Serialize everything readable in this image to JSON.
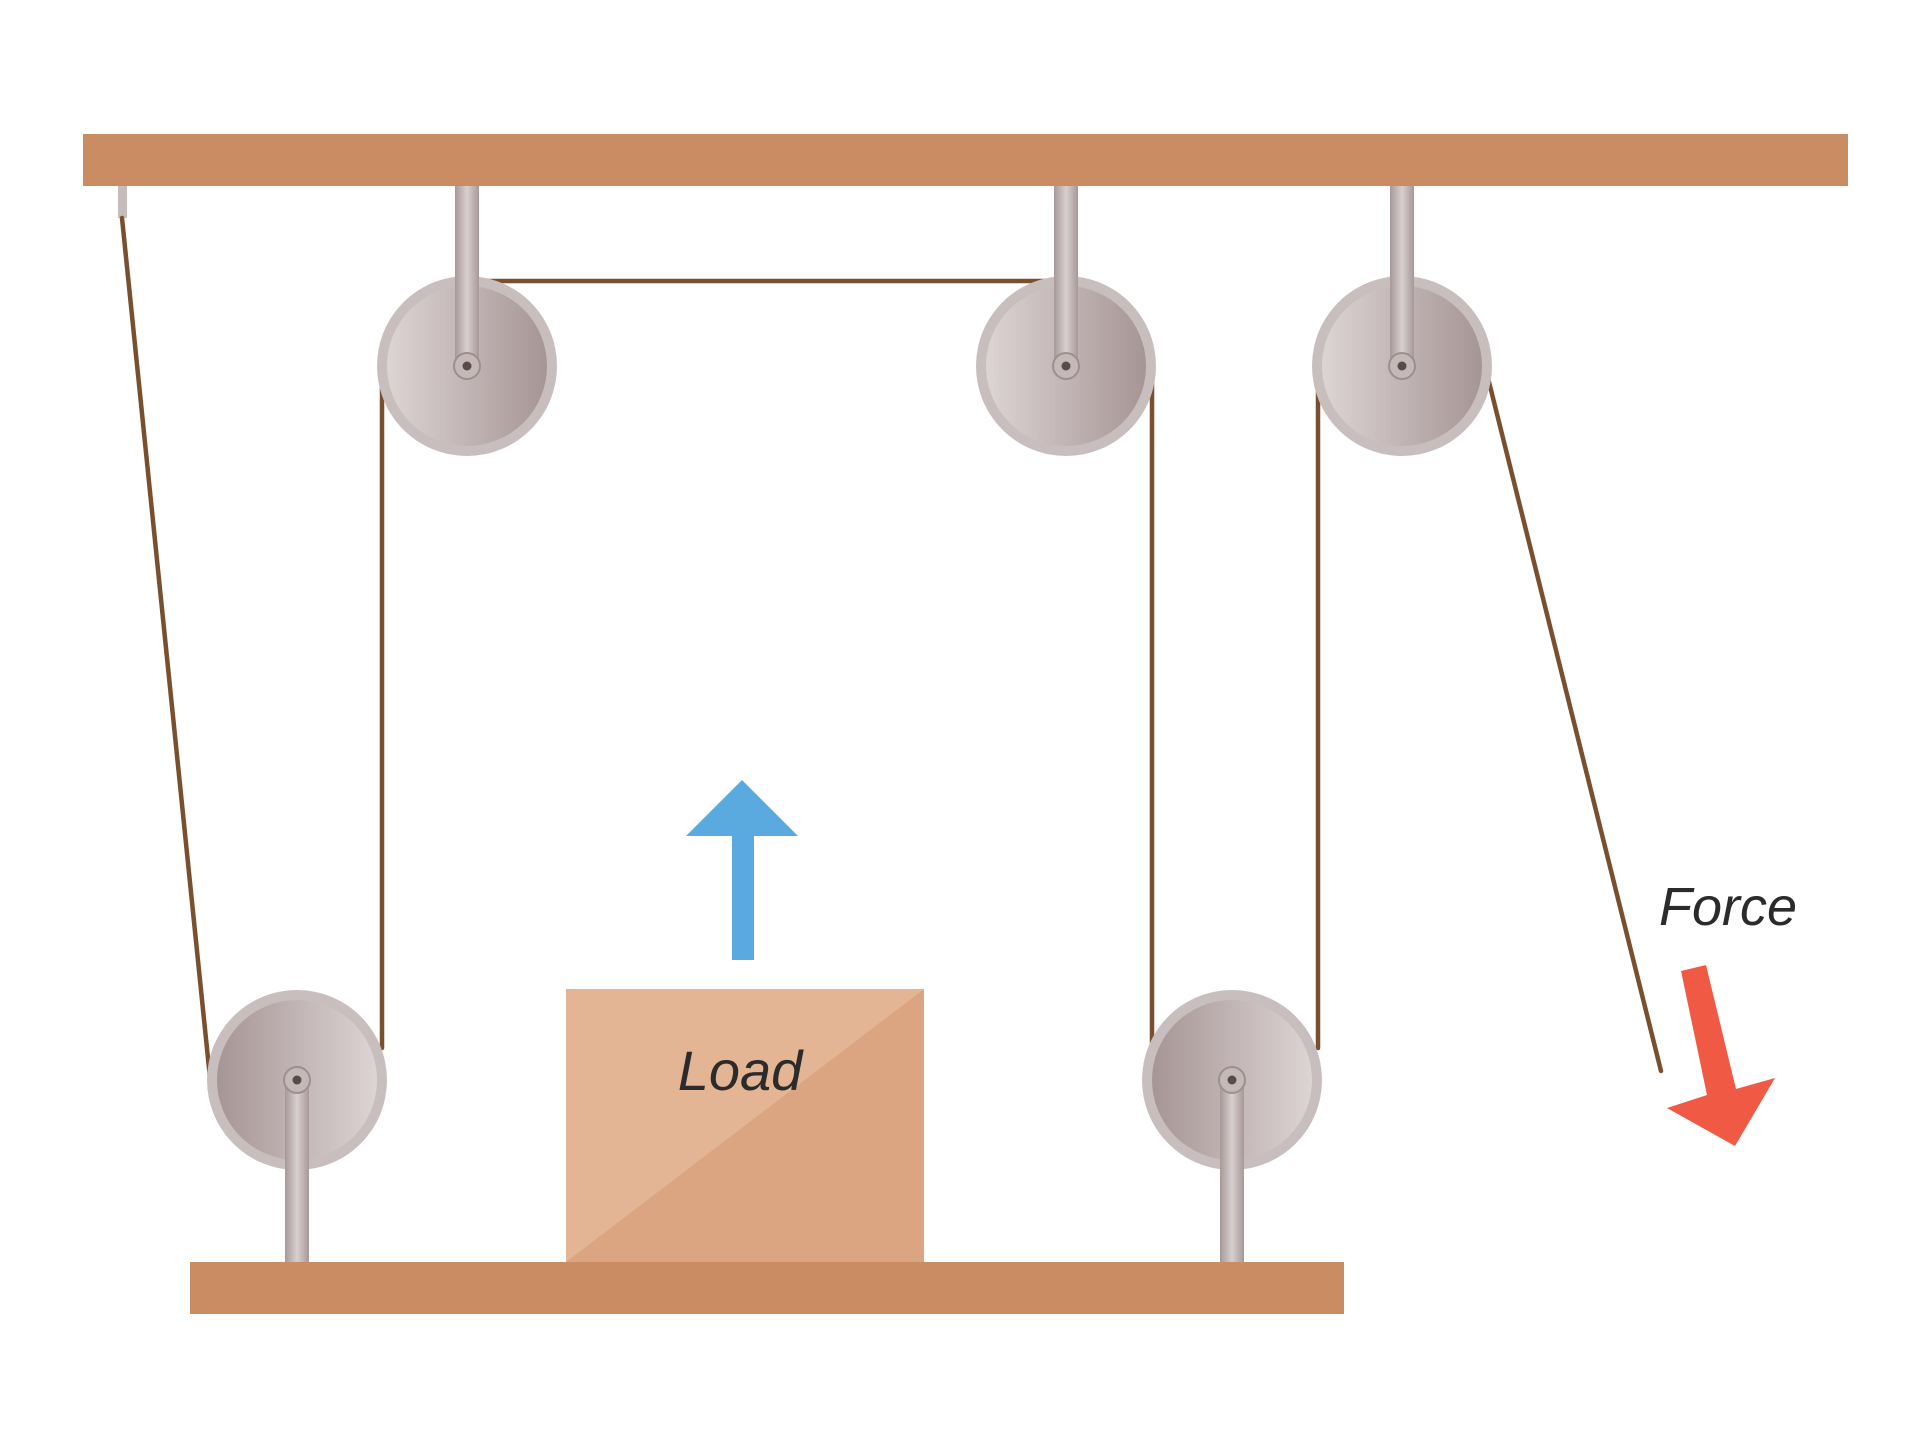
{
  "diagram": {
    "load_label": "Load",
    "force_label": "Force",
    "pulley_count": 5,
    "fixed_pulleys": 3,
    "movable_pulleys": 2
  },
  "colors": {
    "beam": "#c98c63",
    "rope": "#7a4f2d",
    "load_light": "#e4b595",
    "load_dark": "#dba582",
    "lift_arrow": "#5aaadf",
    "force_arrow": "#f05a45",
    "pulley_rim": "#c9bebe",
    "pulley_face_light": "#dcd3d3",
    "pulley_face_dark": "#a79797",
    "axle": "#bfb3b3",
    "text": "#2b2b2b"
  },
  "icons": {
    "lift": "arrow-up-icon",
    "force": "arrow-down-icon"
  }
}
